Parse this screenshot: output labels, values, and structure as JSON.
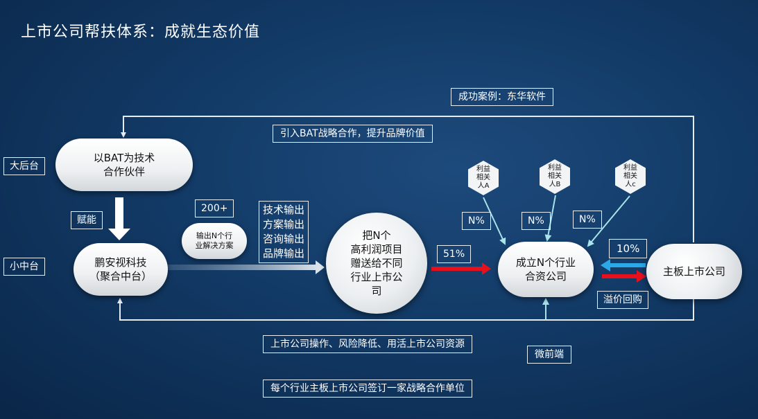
{
  "title": "上市公司帮扶体系：成就生态价值",
  "nodes": {
    "bat": "以BAT为技术\n合作伙伴",
    "pengan": "鹏安视科技\n（聚合中台）",
    "output_projects": "输出N个行\n业解决方案",
    "give_projects": "把N个\n高利润项目\n赠送给不同\n行业上市公\n司",
    "jv": "成立N个行业\n合资公司",
    "listed": "主板上市公司",
    "stake_a": "利益\n相关\n人A",
    "stake_b": "利益\n相关\n人B",
    "stake_c": "利益\n相关\n人c"
  },
  "labels": {
    "backend": "大后台",
    "midend": "小中台",
    "empower": "赋能",
    "count_200": "200+",
    "outputs": "技术输出\n方案输出\n咨询输出\n品牌输出",
    "pct_51": "51%",
    "n_pct_1": "N%",
    "n_pct_2": "N%",
    "n_pct_3": "N%",
    "pct_10": "10%",
    "buyback": "溢价回购",
    "case": "成功案例：东华软件",
    "bat_strategy": "引入BAT战略合作，提升品牌价值",
    "listed_ops": "上市公司操作、风险降低、用活上市公司资源",
    "frontend": "微前端",
    "partner_unit": "每个行业主板上市公司签订一家战略合作单位"
  },
  "colors": {
    "red_arrow": "#e8101c",
    "blue_arrow": "#2aa8e8",
    "line": "#e6ecf2",
    "cyan_line": "#a8e4ea"
  }
}
